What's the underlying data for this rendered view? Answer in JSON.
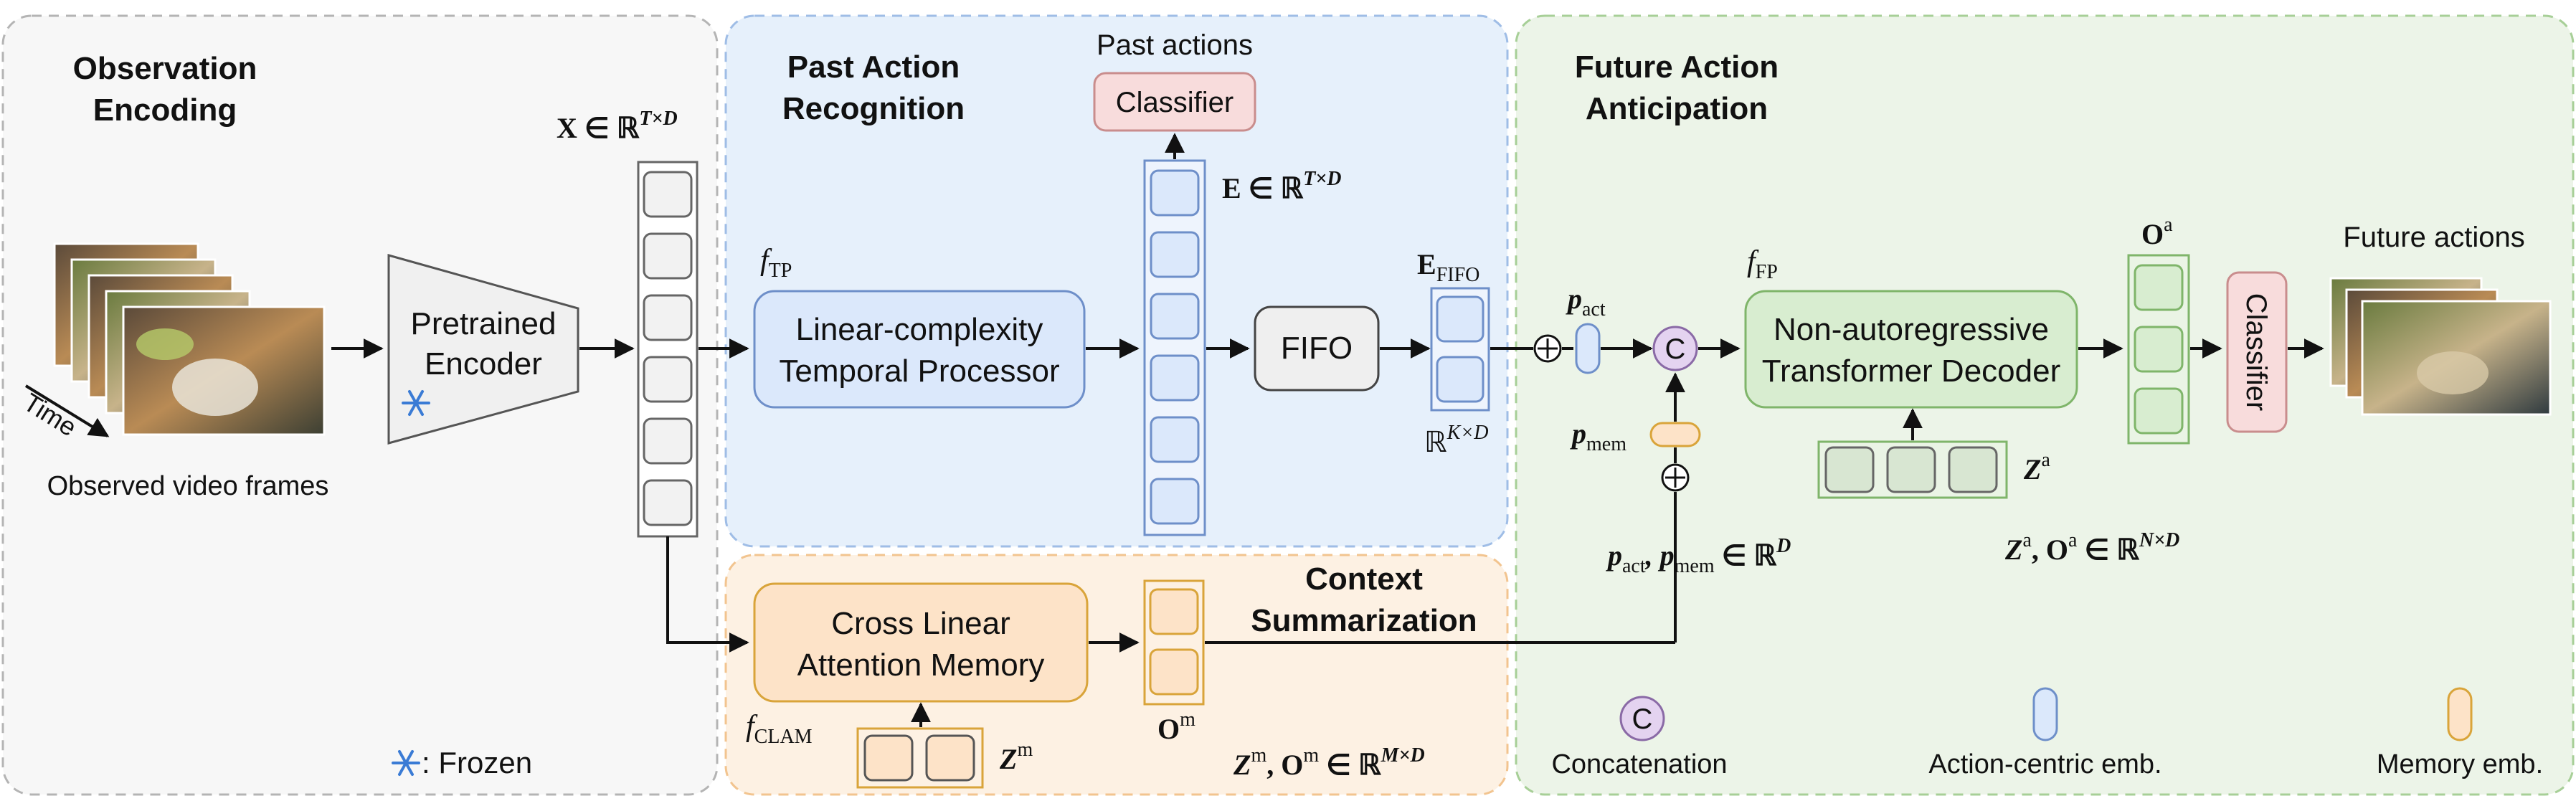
{
  "panels": {
    "observation": {
      "title_1": "Observation",
      "title_2": "Encoding"
    },
    "past": {
      "title_1": "Past Action",
      "title_2": "Recognition"
    },
    "context": {
      "title_1": "Context",
      "title_2": "Summarization"
    },
    "future": {
      "title_1": "Future Action",
      "title_2": "Anticipation"
    }
  },
  "labels": {
    "time": "Time",
    "observed_frames": "Observed video frames",
    "pretrained_1": "Pretrained",
    "pretrained_2": "Encoder",
    "frozen_legend": ": Frozen",
    "past_actions": "Past actions",
    "classifier": "Classifier",
    "ltp_1": "Linear-complexity",
    "ltp_2": "Temporal Processor",
    "fifo": "FIFO",
    "clam_1": "Cross Linear",
    "clam_2": "Attention Memory",
    "decoder_1": "Non-autoregressive",
    "decoder_2": "Transformer Decoder",
    "future_actions": "Future actions",
    "future_classifier": "Classifier",
    "concat_symbol": "C",
    "plus_symbol": "⊕"
  },
  "math": {
    "x_dim": "X ∈ ℝ",
    "x_dim_sup": "T×D",
    "e_dim": "E ∈ ℝ",
    "e_dim_sup": "T×D",
    "f_tp": "f",
    "f_tp_sub": "TP",
    "e_fifo": "E",
    "e_fifo_sub": "FIFO",
    "r_kd": "ℝ",
    "r_kd_sup": "K×D",
    "p_act": "p",
    "p_act_sub": "act",
    "p_mem": "p",
    "p_mem_sub": "mem",
    "p_dims": "p",
    "p_dims_sub1": "act",
    "p_dims_mid": ", p",
    "p_dims_sub2": "mem",
    "p_dims_end": " ∈ ℝ",
    "p_dims_sup": "D",
    "f_fp": "f",
    "f_fp_sub": "FP",
    "o_a": "O",
    "o_a_sup": "a",
    "z_a": "Z",
    "z_a_sup": "a",
    "za_oa_dims": "Z",
    "za_oa_sup1": "a",
    "za_oa_mid": ", O",
    "za_oa_sup2": "a",
    "za_oa_end": " ∈ ℝ",
    "za_oa_sup3": "N×D",
    "f_clam": "f",
    "f_clam_sub": "CLAM",
    "z_m": "Z",
    "z_m_sup": "m",
    "o_m": "O",
    "o_m_sup": "m",
    "zm_om_dims": "Z",
    "zm_om_sup1": "m",
    "zm_om_mid": ", O",
    "zm_om_sup2": "m",
    "zm_om_end": " ∈ ℝ",
    "zm_om_sup3": "M×D"
  },
  "legend": {
    "concatenation": "Concatenation",
    "action_emb": "Action-centric emb.",
    "memory_emb": "Memory emb."
  },
  "colors": {
    "observation_bg": "#f7f7f7",
    "past_bg": "#e6f0fb",
    "context_bg": "#fdf1e3",
    "future_bg": "#ecf4e8",
    "blue_box": "#dbe8fb",
    "blue_border": "#6e8fc9",
    "orange_box": "#fde3c8",
    "orange_border": "#d9a43a",
    "green_box": "#d8edd0",
    "green_border": "#7fb56a",
    "pink_box": "#f8dcdc",
    "pink_border": "#c98d8d",
    "purple_circle": "#e4d3f0",
    "purple_border": "#8a6aa6"
  },
  "icons": [
    "snowflake-icon",
    "video-frames-image",
    "concat-icon",
    "plus-icon"
  ]
}
